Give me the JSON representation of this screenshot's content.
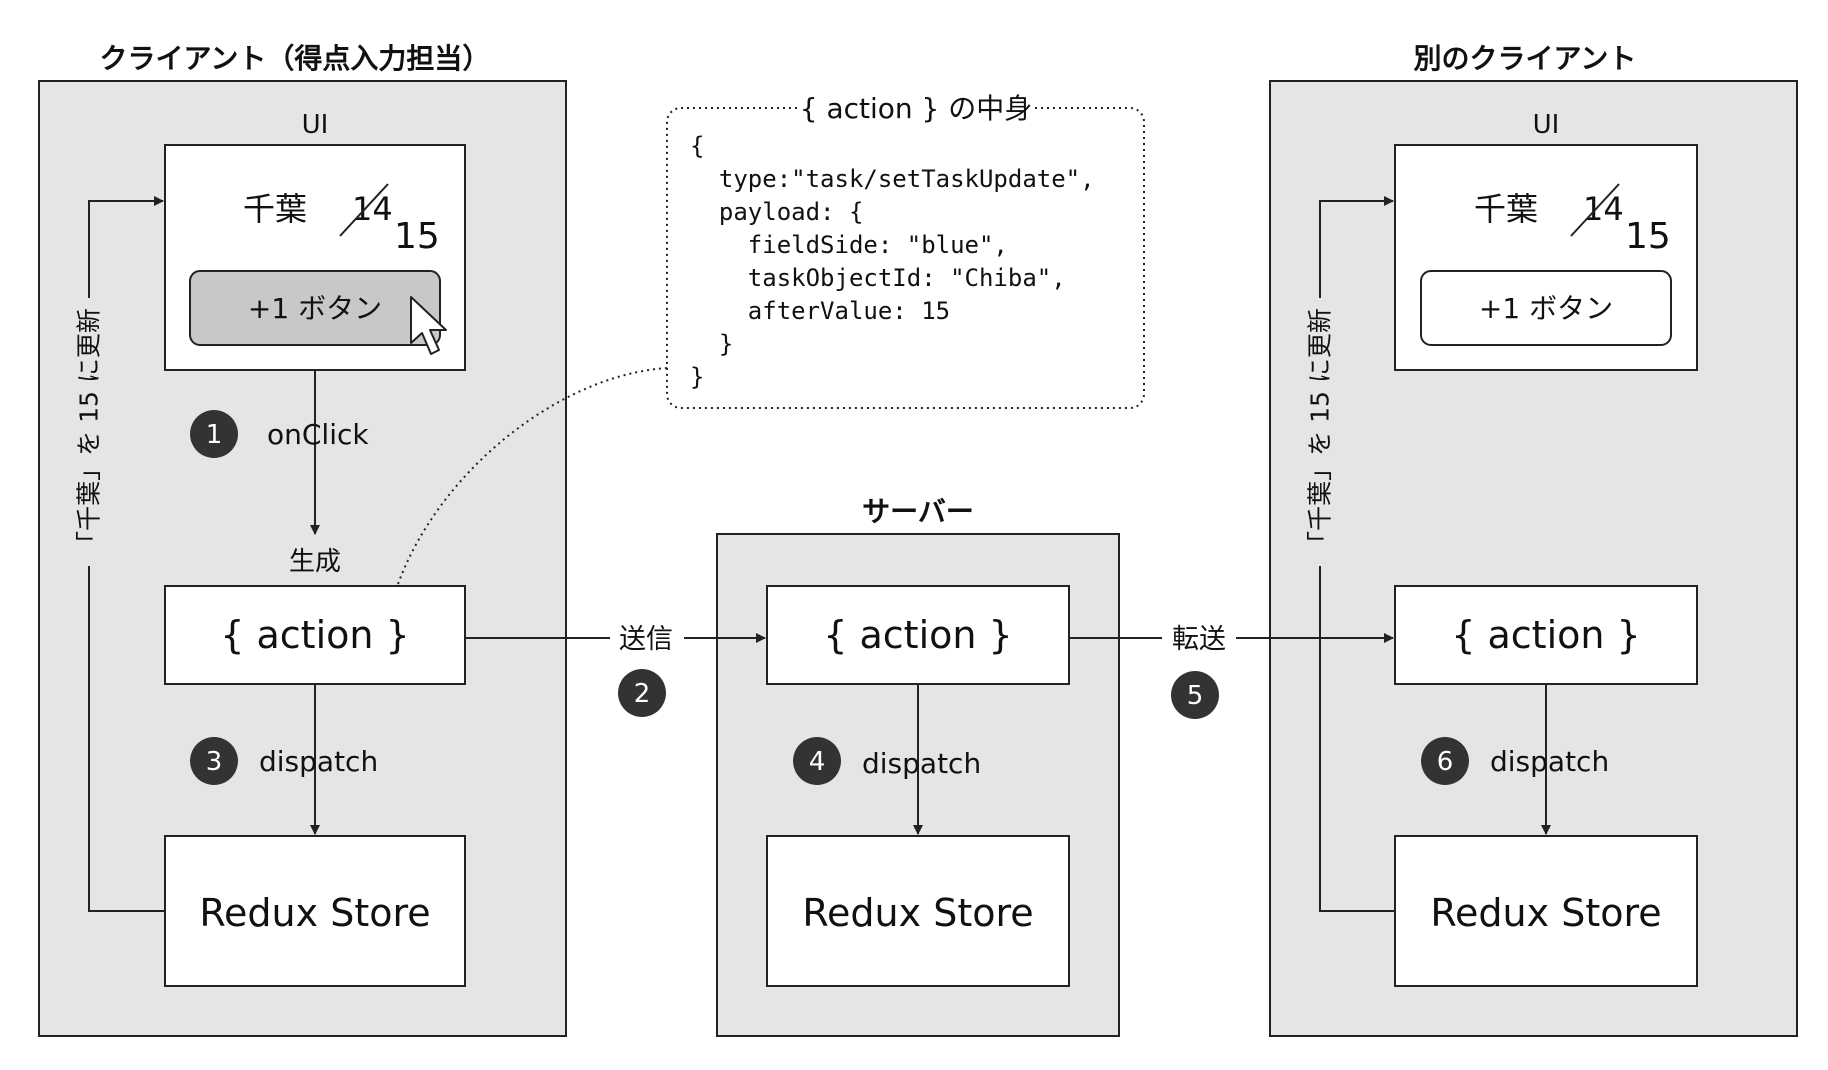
{
  "colors": {
    "panel_fill": "#e5e5e5",
    "stroke": "#222222",
    "badge_fill": "#333333",
    "pressed_button_fill": "#c8c8c8"
  },
  "client": {
    "title": "クライアント（得点入力担当）",
    "ui_label": "UI",
    "team_name": "千葉",
    "old_score": "14",
    "new_score": "15",
    "button_label": "+1 ボタン",
    "onclick_label": "onClick",
    "generate_label": "生成",
    "action_label": "{ action }",
    "dispatch_label": "dispatch",
    "store_label": "Redux Store",
    "update_label": "「千葉」を 15 に更新"
  },
  "server": {
    "title": "サーバー",
    "action_label": "{ action }",
    "dispatch_label": "dispatch",
    "store_label": "Redux Store"
  },
  "other_client": {
    "title": "別のクライアント",
    "ui_label": "UI",
    "team_name": "千葉",
    "old_score": "14",
    "new_score": "15",
    "button_label": "+1 ボタン",
    "action_label": "{ action }",
    "dispatch_label": "dispatch",
    "store_label": "Redux Store",
    "update_label": "「千葉」を 15 に更新"
  },
  "edges": {
    "send_label": "送信",
    "forward_label": "転送"
  },
  "steps": [
    "1",
    "2",
    "3",
    "4",
    "5",
    "6"
  ],
  "action_popup": {
    "title": "{ action } の中身",
    "code_lines": [
      "{",
      "  type:\"task/setTaskUpdate\",",
      "  payload: {",
      "    fieldSide: \"blue\",",
      "    taskObjectId: \"Chiba\",",
      "    afterValue: 15",
      "  }",
      "}"
    ]
  }
}
